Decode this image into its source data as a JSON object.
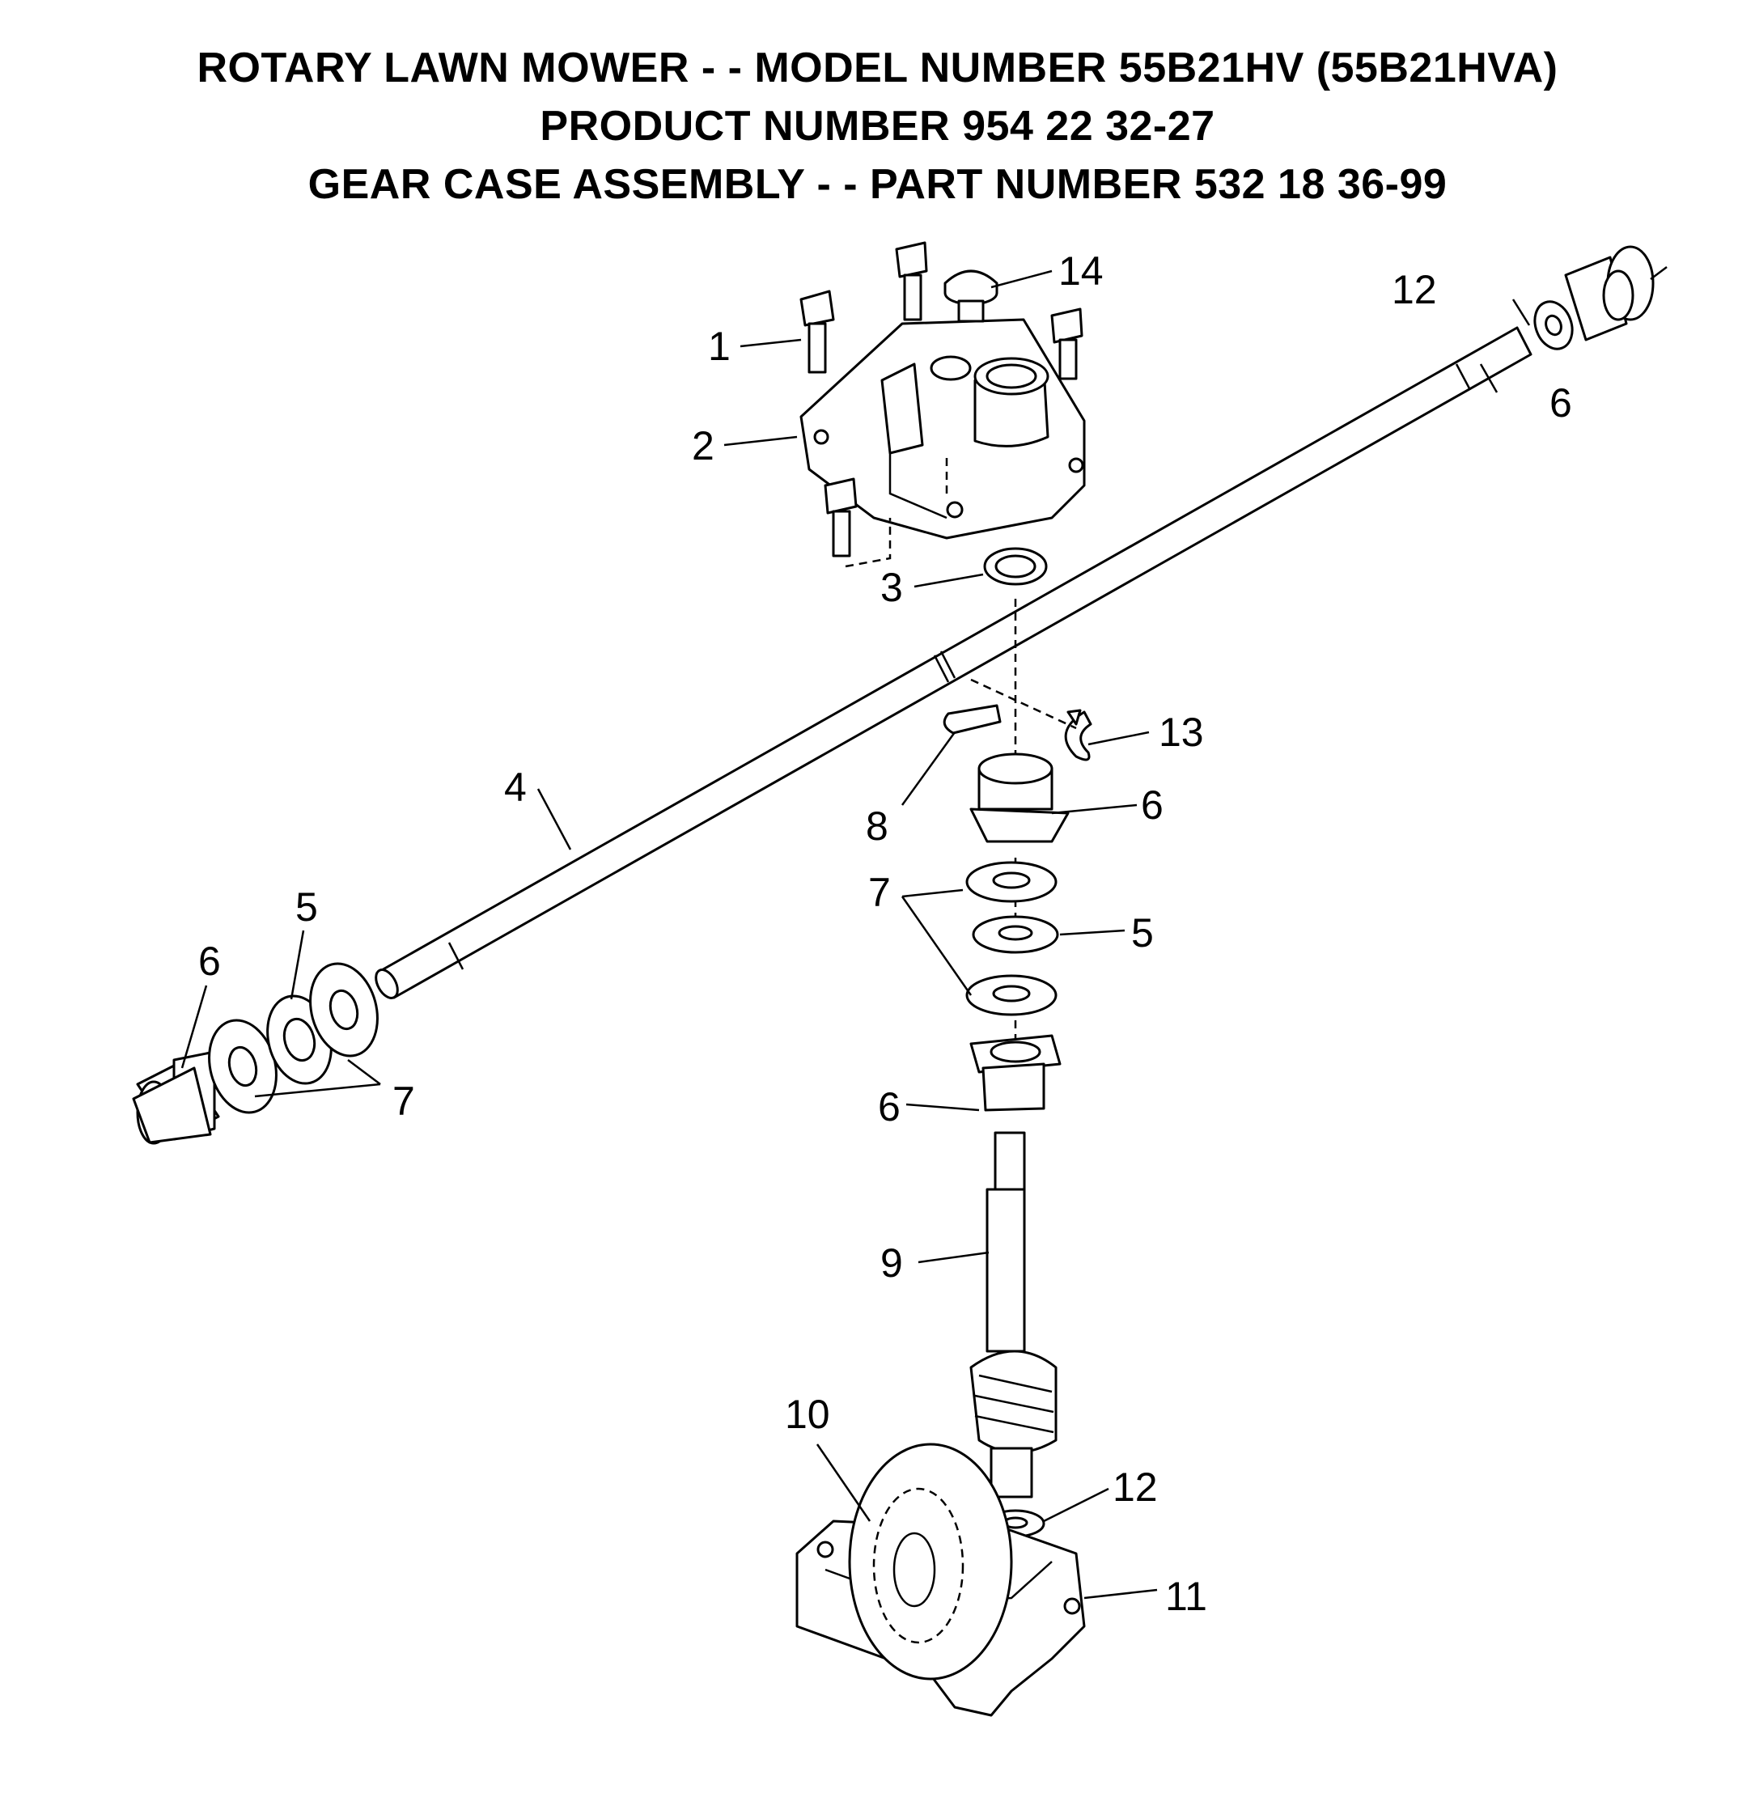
{
  "title": {
    "line1": "ROTARY LAWN MOWER - - MODEL NUMBER 55B21HV (55B21HVA)",
    "line2": "PRODUCT NUMBER 954 22 32-27",
    "line3": "GEAR CASE ASSEMBLY - - PART NUMBER 532 18 36-99"
  },
  "callouts": [
    {
      "id": "c1",
      "label": "1"
    },
    {
      "id": "c2",
      "label": "2"
    },
    {
      "id": "c3",
      "label": "3"
    },
    {
      "id": "c4",
      "label": "4"
    },
    {
      "id": "c5a",
      "label": "5"
    },
    {
      "id": "c5b",
      "label": "5"
    },
    {
      "id": "c6a",
      "label": "6"
    },
    {
      "id": "c6b",
      "label": "6"
    },
    {
      "id": "c6c",
      "label": "6"
    },
    {
      "id": "c6d",
      "label": "6"
    },
    {
      "id": "c7a",
      "label": "7"
    },
    {
      "id": "c7b",
      "label": "7"
    },
    {
      "id": "c8",
      "label": "8"
    },
    {
      "id": "c9",
      "label": "9"
    },
    {
      "id": "c10",
      "label": "10"
    },
    {
      "id": "c11",
      "label": "11"
    },
    {
      "id": "c12a",
      "label": "12"
    },
    {
      "id": "c12b",
      "label": "12"
    },
    {
      "id": "c13",
      "label": "13"
    },
    {
      "id": "c14",
      "label": "14"
    }
  ]
}
